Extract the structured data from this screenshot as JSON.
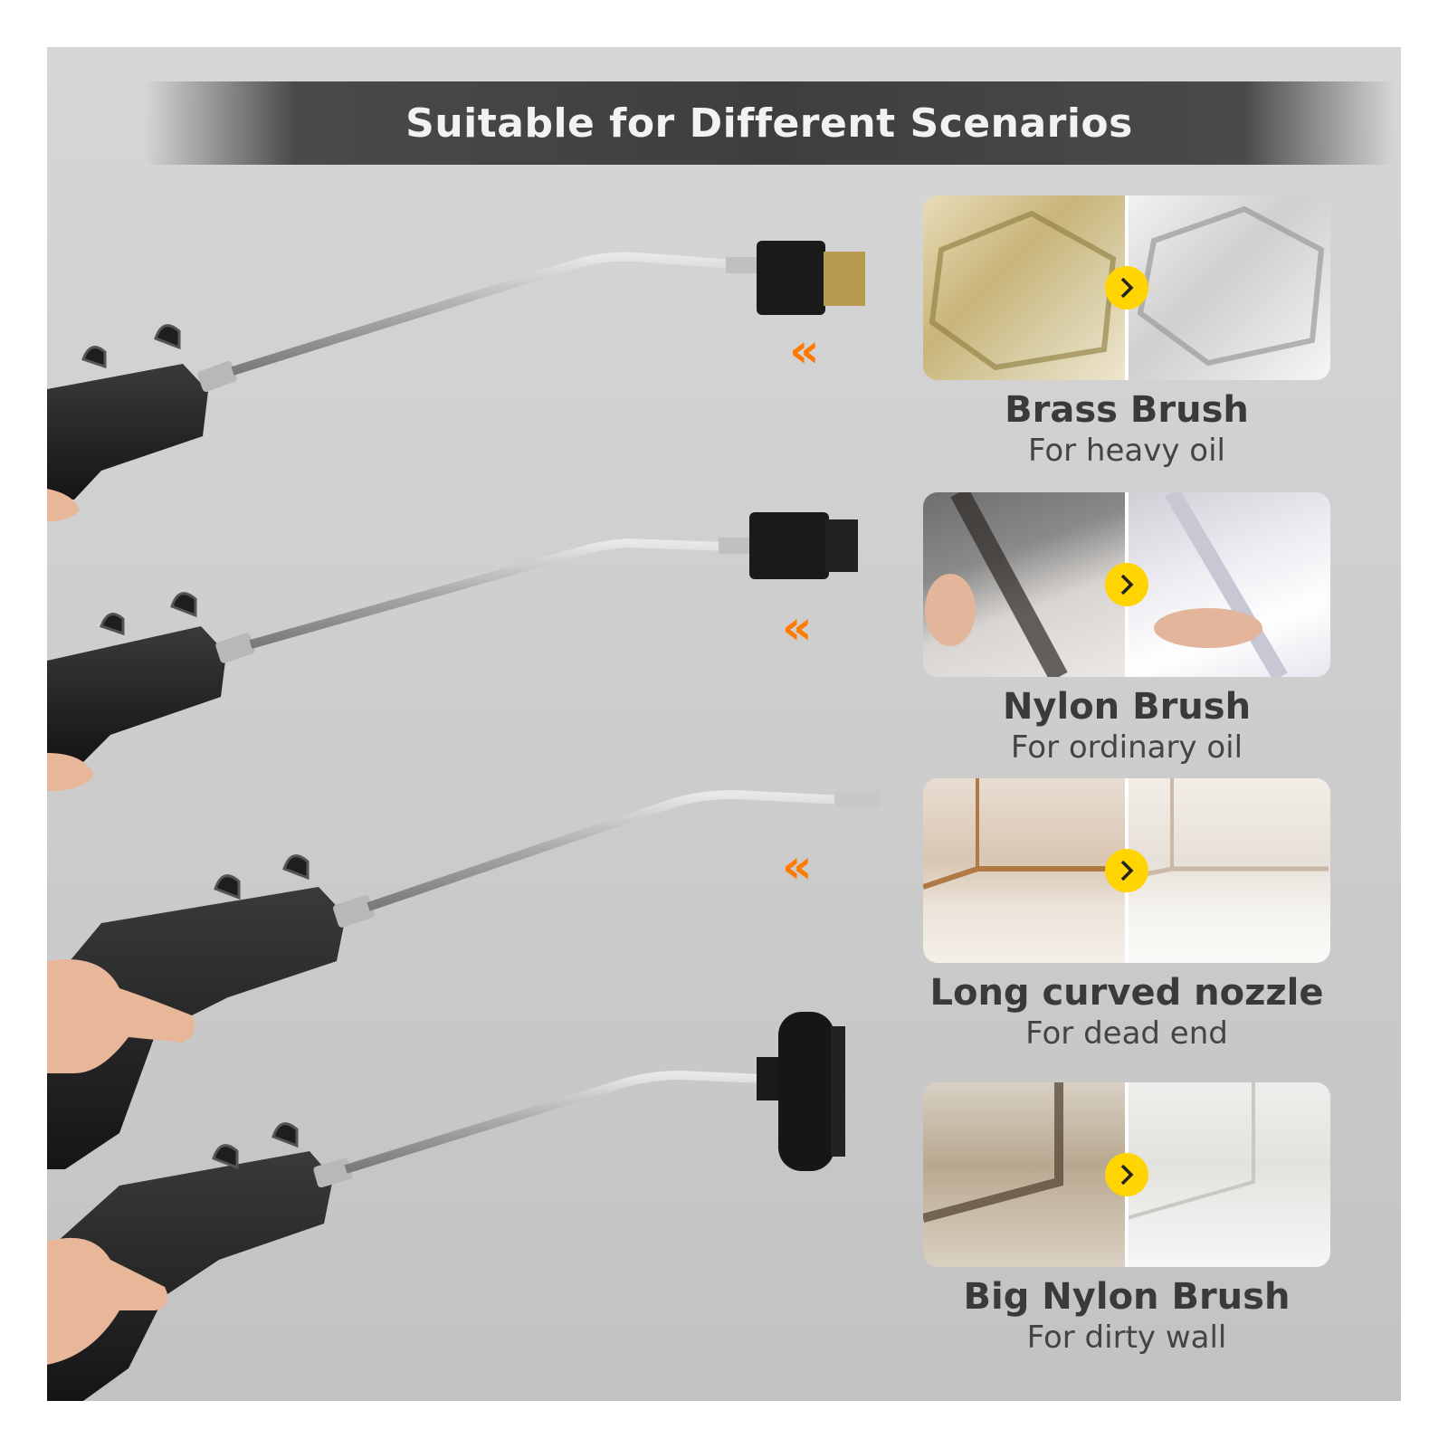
{
  "banner": {
    "title": "Suitable for Different Scenarios"
  },
  "colors": {
    "accent_orange": "#ff7a00",
    "badge_yellow": "#ffd400",
    "banner_bg": "#3e3e3e"
  },
  "icons": {
    "chevrons": "chevron-double-left-icon",
    "badge": "chevron-right-icon"
  },
  "cards": [
    {
      "title": "Brass Brush",
      "subtitle": "For heavy oil"
    },
    {
      "title": "Nylon Brush",
      "subtitle": "For ordinary oil"
    },
    {
      "title": "Long curved nozzle",
      "subtitle": "For dead end"
    },
    {
      "title": "Big Nylon Brush",
      "subtitle": "For dirty wall"
    }
  ],
  "chevron_text": "«"
}
